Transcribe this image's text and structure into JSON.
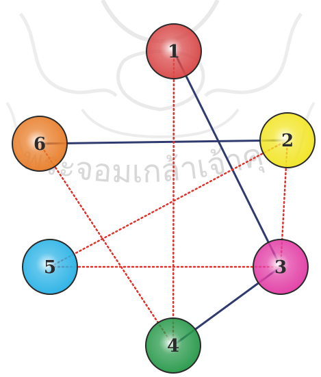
{
  "watermark": {
    "text": "พระจอมเกล้าเจ้าคุ",
    "color": "#d8d8d8"
  },
  "colors": {
    "solid_edge": "#2f3a6e",
    "dotted_edge": "#e0312a",
    "node_outline": "#2a2a2a",
    "label": "#2b2b2b"
  },
  "nodes": [
    {
      "id": "1",
      "label": "1",
      "color": "#d94a4a"
    },
    {
      "id": "2",
      "label": "2",
      "color": "#f2e526"
    },
    {
      "id": "3",
      "label": "3",
      "color": "#e240a6"
    },
    {
      "id": "4",
      "label": "4",
      "color": "#2a9a4c"
    },
    {
      "id": "5",
      "label": "5",
      "color": "#2cb3e6"
    },
    {
      "id": "6",
      "label": "6",
      "color": "#e87f2c"
    }
  ],
  "edges": [
    {
      "from": "1",
      "to": "3",
      "style": "solid"
    },
    {
      "from": "6",
      "to": "2",
      "style": "solid"
    },
    {
      "from": "3",
      "to": "4",
      "style": "solid"
    },
    {
      "from": "1",
      "to": "4",
      "style": "dotted"
    },
    {
      "from": "6",
      "to": "4",
      "style": "dotted"
    },
    {
      "from": "2",
      "to": "5",
      "style": "dotted"
    },
    {
      "from": "2",
      "to": "3",
      "style": "dotted"
    },
    {
      "from": "5",
      "to": "3",
      "style": "dotted"
    }
  ]
}
